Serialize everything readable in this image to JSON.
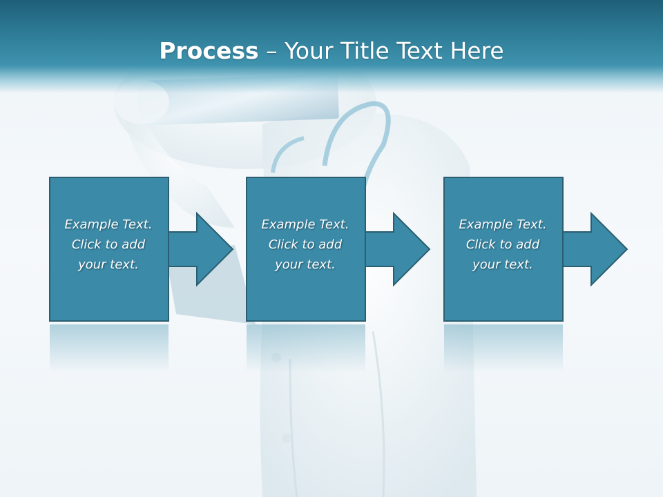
{
  "title": {
    "strong": "Process",
    "separator": " – ",
    "rest": "Your Title Text Here"
  },
  "steps": [
    {
      "line1": "Example Text.",
      "line2": "Click  to add",
      "line3": "your text."
    },
    {
      "line1": "Example Text.",
      "line2": "Click  to add",
      "line3": "your text."
    },
    {
      "line1": "Example Text.",
      "line2": "Click  to add",
      "line3": "your text."
    }
  ],
  "colors": {
    "header_dark": "#1f5f78",
    "box_fill": "#3a8aa8",
    "box_border": "#2a5e70"
  }
}
